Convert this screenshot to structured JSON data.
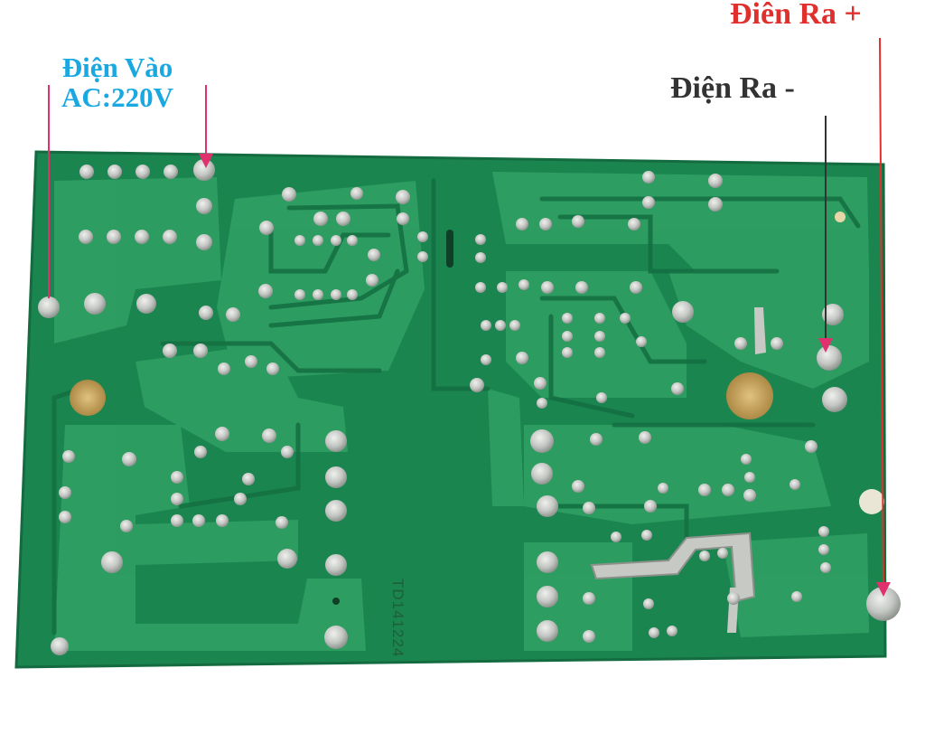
{
  "labels": {
    "input_line1": "Điện Vào",
    "input_line2": "AC:220V",
    "output_negative": "Điện Ra -",
    "output_positive": "Điên Ra +"
  },
  "board": {
    "silkscreen_code": "TD141224"
  },
  "colors": {
    "input_label": "#1aa8e0",
    "output_negative_label": "#333333",
    "output_positive_label": "#e0302e",
    "pcb_base": "#1c8a52",
    "pcb_trace": "#2e9f63",
    "pad": "#c9ccc8",
    "hole": "#c8a45a",
    "pointer_line": "#e0306e"
  },
  "icons": [
    "circuit-board",
    "solder-pad",
    "mounting-hole",
    "pointer-arrow"
  ]
}
